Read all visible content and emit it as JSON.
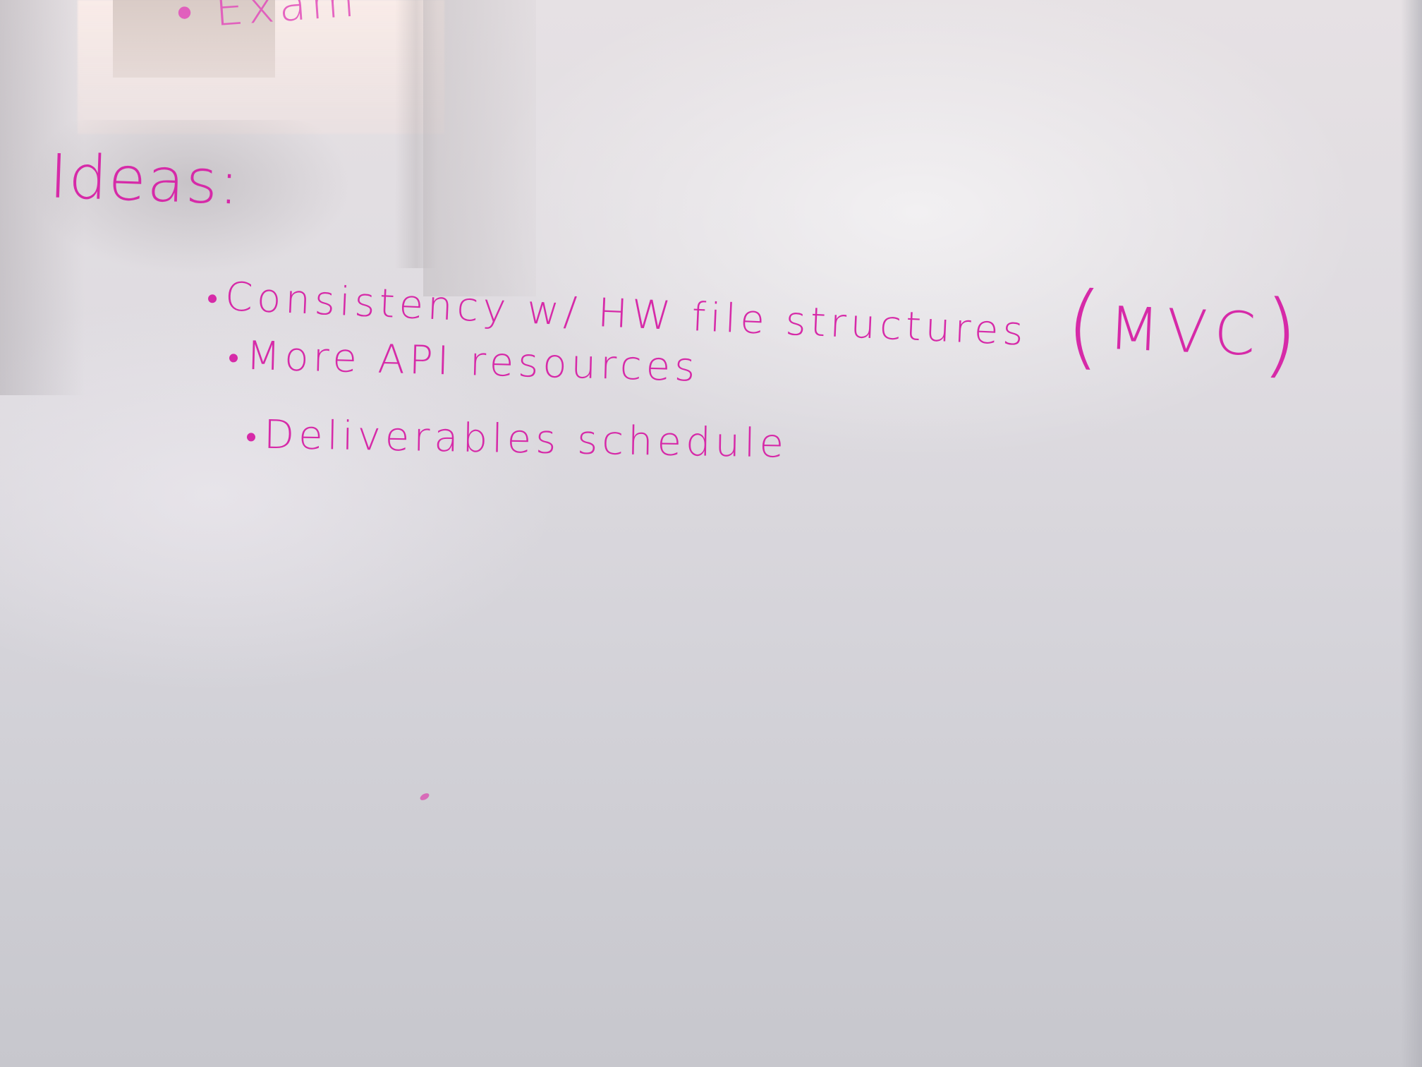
{
  "whiteboard": {
    "top_partial_text": "• Exam",
    "heading": "Ideas:",
    "bullets": [
      {
        "text": "Consistency w/ HW file structures",
        "extra": "MVC"
      },
      {
        "text": "More API resources"
      },
      {
        "text": "Deliverables schedule"
      }
    ],
    "ink_color": "#d62aa8"
  }
}
